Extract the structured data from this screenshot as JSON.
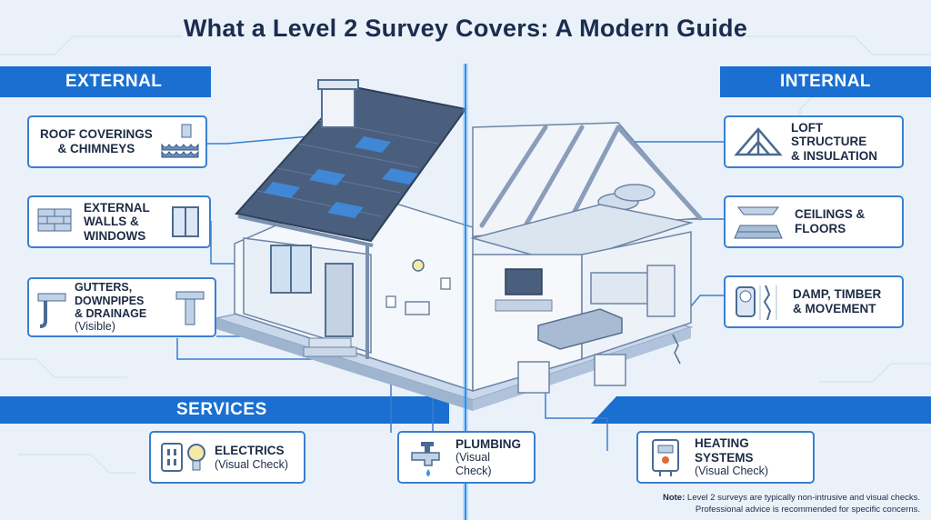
{
  "title": "What a Level 2 Survey Covers: A Modern Guide",
  "sections": {
    "external": "EXTERNAL",
    "internal": "INTERNAL",
    "services": "SERVICES"
  },
  "external_items": [
    {
      "line1": "ROOF COVERINGS",
      "line2": "& CHIMNEYS",
      "icon": "roof-tiles-icon"
    },
    {
      "line1": "EXTERNAL",
      "line2": "WALLS &",
      "line3": "WINDOWS",
      "icon": "brick-window-icon"
    },
    {
      "line1": "GUTTERS,",
      "line2": "DOWNPIPES",
      "line3": "& DRAINAGE",
      "line4": "(Visible)",
      "icon": "gutter-pipe-icon"
    }
  ],
  "internal_items": [
    {
      "line1": "LOFT STRUCTURE",
      "line2": "& INSULATION",
      "icon": "roof-truss-icon"
    },
    {
      "line1": "CEILINGS &",
      "line2": "FLOORS",
      "icon": "floorboards-icon"
    },
    {
      "line1": "DAMP, TIMBER",
      "line2": "& MOVEMENT",
      "icon": "moisture-meter-icon"
    }
  ],
  "service_items": [
    {
      "line1": "ELECTRICS",
      "line2": "(Visual Check)",
      "icon": "socket-bulb-icon"
    },
    {
      "line1": "PLUMBING",
      "line2": "(Visual Check)",
      "icon": "tap-icon"
    },
    {
      "line1": "HEATING SYSTEMS",
      "line2": "(Visual Check)",
      "icon": "boiler-icon"
    }
  ],
  "note": {
    "label": "Note:",
    "line1": "Level 2 surveys are typically non-intrusive and visual checks.",
    "line2": "Professional advice is recommended for specific concerns."
  },
  "colors": {
    "accent": "#1a6fd1",
    "border": "#3a7fd0",
    "background": "#eaf1f9",
    "text": "#1d2b45",
    "glow": "#5ab8ff"
  }
}
